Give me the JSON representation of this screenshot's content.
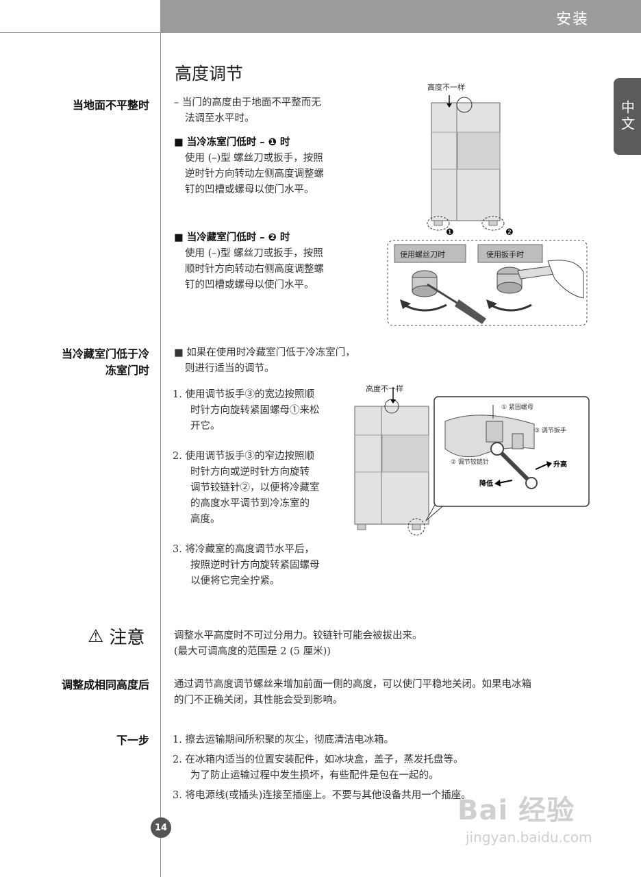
{
  "header": {
    "title": "安装"
  },
  "lang_tab": "中文",
  "page_title": "高度调节",
  "sections": {
    "uneven": {
      "label": "当地面不平整时",
      "intro_1": "– 当门的高度由于地面不平整而无",
      "intro_2": "法调至水平时。",
      "freezer_heading": "■ 当冷冻室门低时 – ❶ 时",
      "freezer_1": "使用 (–)型 螺丝刀或扳手，按照",
      "freezer_2": "逆时针方向转动左侧高度调整螺",
      "freezer_3": "钉的凹槽或螺母以使门水平。",
      "fridge_heading": "■ 当冷藏室门低时 – ❷ 时",
      "fridge_1": "使用 (–)型 螺丝刀或扳手，按照",
      "fridge_2": "顺时针方向转动右侧高度调整螺",
      "fridge_3": "钉的凹槽或螺母以使门水平。"
    },
    "fridge_lower": {
      "label_1": "当冷藏室门低于冷",
      "label_2": "冻室门时",
      "intro_1": "■ 如果在使用时冷藏室门低于冷冻室门，",
      "intro_2": "则进行适当的调节。",
      "step1_1": "1.  使用调节扳手③的宽边按照顺",
      "step1_2": "时针方向旋转紧固螺母①来松",
      "step1_3": "开它。",
      "step2_1": "2.  使用调节扳手③的窄边按照顺",
      "step2_2": "时针方向或逆时针方向旋转",
      "step2_3": "调节铰链针②，以便将冷藏室",
      "step2_4": "的高度水平调节到冷冻室的",
      "step2_5": "高度。",
      "step3_1": "3.  将冷藏室的高度调节水平后，",
      "step3_2": "按照逆时针方向旋转紧固螺母",
      "step3_3": "以便将它完全拧紧。"
    },
    "caution": {
      "label": "注意",
      "line_1": "调整水平高度时不可过分用力。铰链针可能会被拔出来。",
      "line_2": "(最大可调高度的范围是 2 (5 厘米))"
    },
    "after": {
      "label": "调整成相同高度后",
      "line_1": "通过调节高度调节螺丝来增加前面一侧的高度，可以使门平稳地关闭。如果电冰箱",
      "line_2": "的门不正确关闭，其性能会受到影响。"
    },
    "next": {
      "label": "下一步",
      "item1": "1.  擦去运输期间所积聚的灰尘，彻底清洁电冰箱。",
      "item2_1": "2.  在冰箱内适当的位置安装配件，如冰块盒，盖子，蒸发托盘等。",
      "item2_2": "为了防止运输过程中发生损坏，有些配件是包在一起的。",
      "item3": "3.  将电源线(或插头)连接至插座上。不要与其他设备共用一个插座。"
    }
  },
  "figure1": {
    "height_diff": "高度不一样",
    "marker_1": "❶",
    "marker_2": "❷",
    "screwdriver_label": "使用螺丝刀时",
    "wrench_label": "使用扳手时"
  },
  "figure2": {
    "height_diff": "高度不一样",
    "nut_label": "① 紧固螺母",
    "wrench_label": "③ 调节扳手",
    "pin_label": "② 调节铰链针",
    "raise": "升高",
    "lower": "降低"
  },
  "page_number": "14",
  "watermark": {
    "logo": "Bai 经验",
    "url": "jingyan.baidu.com"
  }
}
